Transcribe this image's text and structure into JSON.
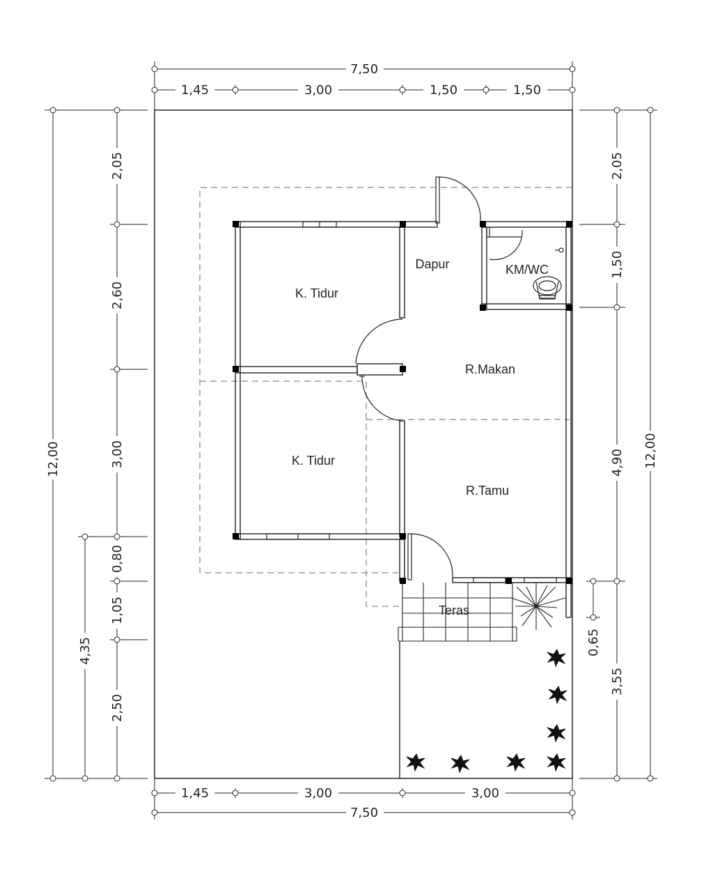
{
  "rooms": {
    "bedroom_top": "K. Tidur",
    "bedroom_bottom": "K. Tidur",
    "kitchen": "Dapur",
    "bathroom": "KM/WC",
    "dining": "R.Makan",
    "living": "R.Tamu",
    "terrace": "Teras"
  },
  "dimensions": {
    "top_total": "7,50",
    "top_segments": [
      "1,45",
      "3,00",
      "1,50",
      "1,50"
    ],
    "bottom_segments": [
      "1,45",
      "3,00",
      "3,00"
    ],
    "bottom_total": "7,50",
    "left_total": "12,00",
    "left_segments": [
      "2,05",
      "2,60",
      "3,00",
      "0,80",
      "1,05",
      "2,50"
    ],
    "left_inner": "4,35",
    "right_segments": [
      "2,05",
      "1,50",
      "4,90",
      "3,55"
    ],
    "right_total": "12,00",
    "right_inner": "0,65"
  },
  "colors": {
    "line": "#222222",
    "dashed": "#888888",
    "column": "#000000"
  }
}
